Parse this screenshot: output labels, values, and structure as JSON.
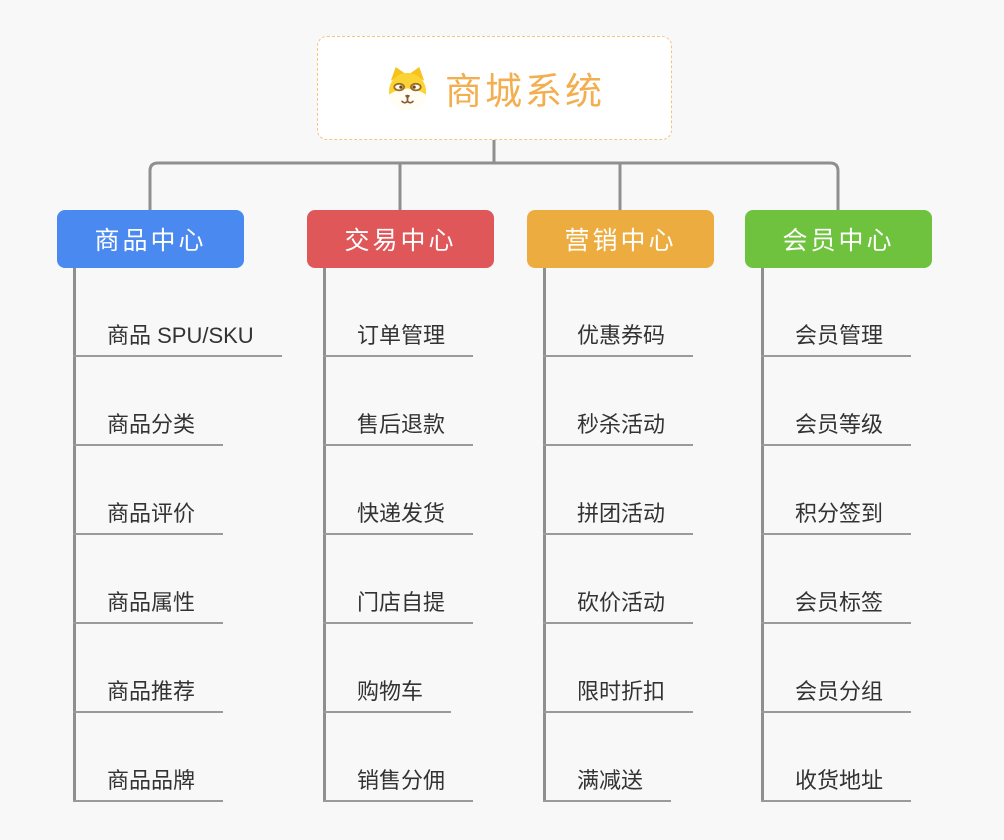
{
  "root": {
    "title": "商城系统",
    "icon": "dog-face-icon"
  },
  "branches": [
    {
      "label": "商品中心",
      "color": "#4a89ef",
      "items": [
        "商品 SPU/SKU",
        "商品分类",
        "商品评价",
        "商品属性",
        "商品推荐",
        "商品品牌"
      ]
    },
    {
      "label": "交易中心",
      "color": "#e05759",
      "items": [
        "订单管理",
        "售后退款",
        "快递发货",
        "门店自提",
        "购物车",
        "销售分佣"
      ]
    },
    {
      "label": "营销中心",
      "color": "#ecac3f",
      "items": [
        "优惠券码",
        "秒杀活动",
        "拼团活动",
        "砍价活动",
        "限时折扣",
        "满减送"
      ]
    },
    {
      "label": "会员中心",
      "color": "#6ec23e",
      "items": [
        "会员管理",
        "会员等级",
        "积分签到",
        "会员标签",
        "会员分组",
        "收货地址"
      ]
    }
  ],
  "colors": {
    "background": "#f8f8f8",
    "connector_line": "#8f8f8f",
    "item_underline": "#9a9a9a",
    "item_text": "#333333",
    "root_accent": "#f2ae4f",
    "root_border": "#f2c583"
  }
}
